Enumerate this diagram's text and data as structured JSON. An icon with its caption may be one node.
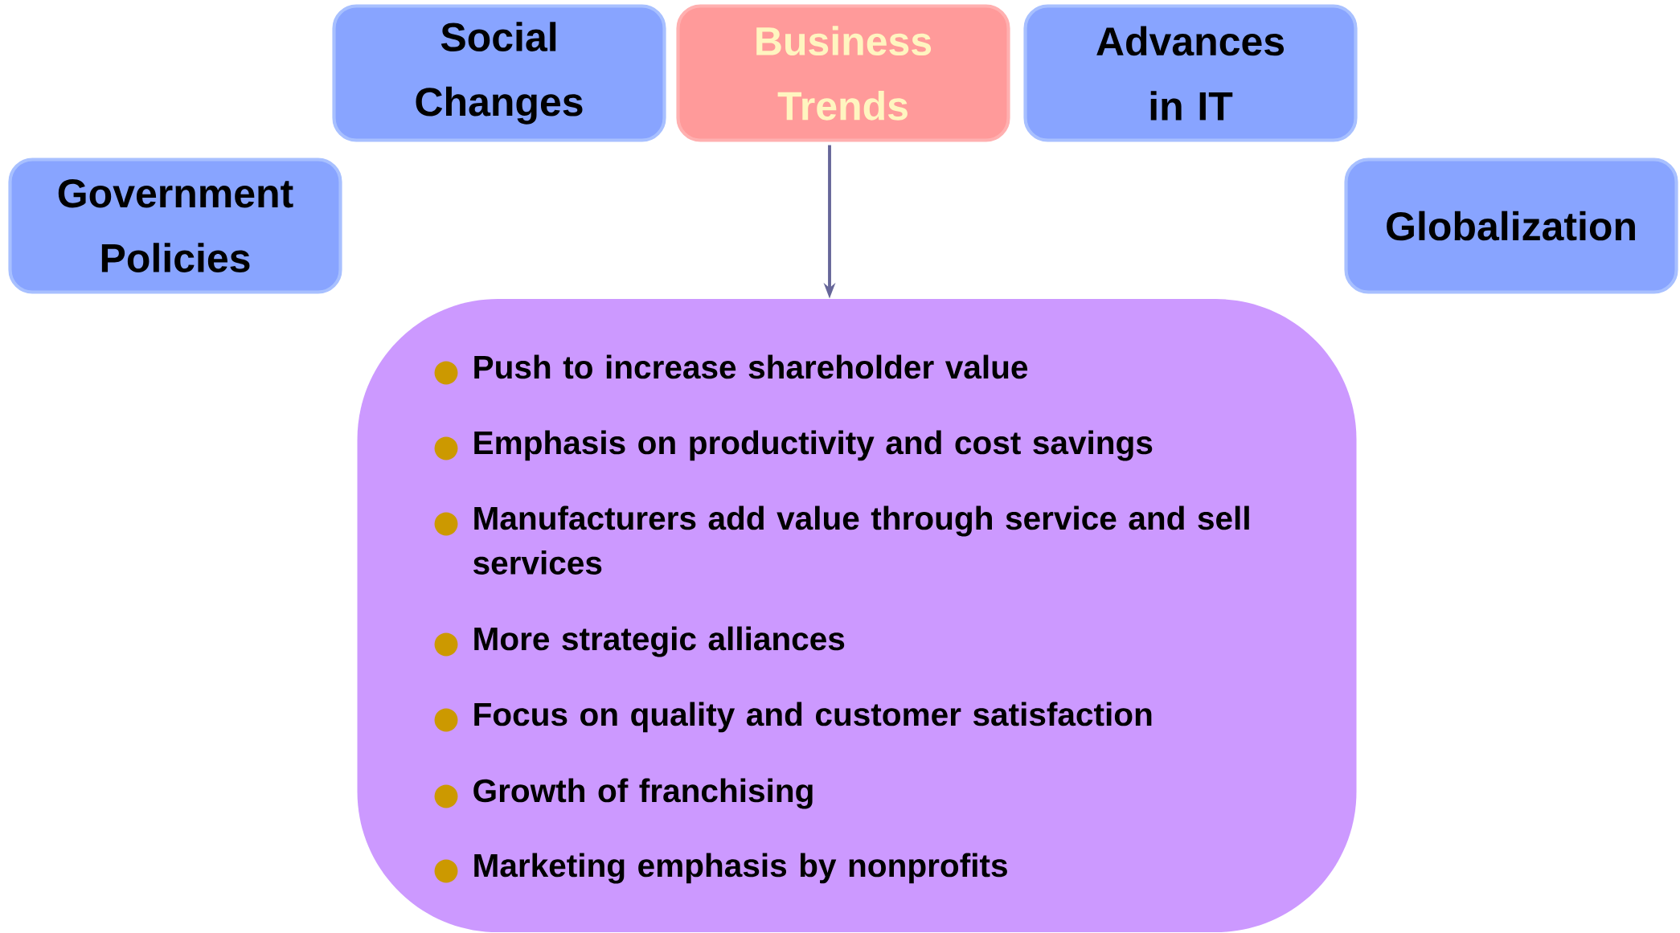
{
  "diagram": {
    "nodes": [
      {
        "text": [
          "Social Changes"
        ]
      },
      {
        "text": [
          "Business Trends"
        ]
      },
      {
        "text": [
          "Advances in IT"
        ]
      },
      {
        "text": [
          "Government Policies"
        ]
      },
      {
        "text": [
          "Globalization"
        ]
      },
      {
        "text": [
          "Push to increase shareholder value",
          "Emphasis on productivity and cost savings",
          "Manufacturers add value through service and sell services",
          "More strategic alliances",
          "Focus on quality and customer satisfaction",
          "Growth of franchising",
          "Marketing emphasis by nonprofits"
        ]
      }
    ],
    "edges": [
      {
        "from": 1,
        "to": 5,
        "arrow": "to"
      }
    ]
  }
}
